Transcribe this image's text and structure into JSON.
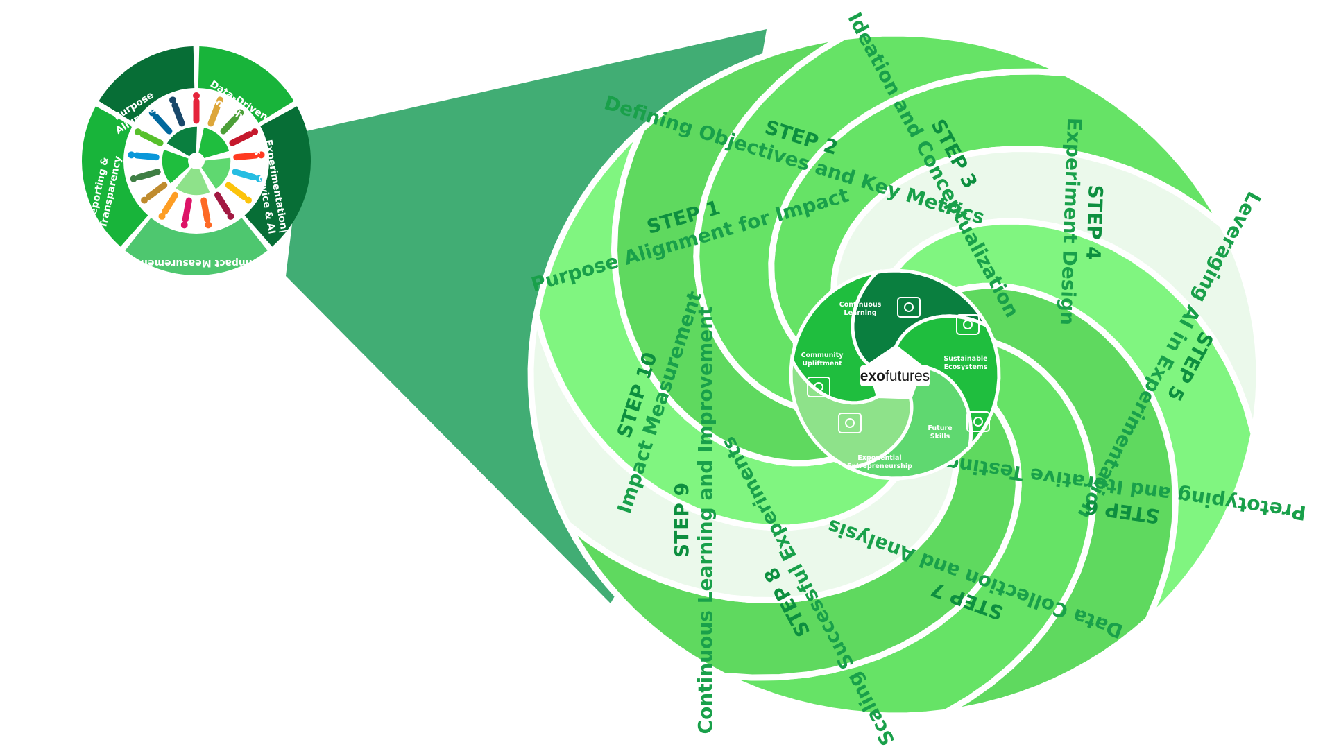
{
  "logo": {
    "prefix": "exo",
    "suffix": "futures"
  },
  "colors": {
    "funnel": "#41ad74",
    "blade_dark": "#5fd95f",
    "blade_mid": "#66e366",
    "blade_light": "#80f580",
    "blade_pale": "#ebf9eb",
    "label_dark": "#0d8f3f",
    "label_mid": "#19a04a",
    "inner_dark": "#0a7f3f",
    "inner_mid": "#1fbe3e",
    "inner_light": "#5fd870",
    "inner_pale": "#8ee28a",
    "ring_dark": "#076e36",
    "ring_mid": "#18b43a",
    "ring_light": "#4ec76f"
  },
  "steps": [
    {
      "step": "STEP 1",
      "title": "Purpose Alignment for Impact"
    },
    {
      "step": "STEP 2",
      "title": "Defining Objectives and Key Metrics"
    },
    {
      "step": "STEP 3",
      "title": "Ideation and Conceptualization"
    },
    {
      "step": "STEP 4",
      "title": "Experiment Design"
    },
    {
      "step": "STEP 5",
      "title": "Leveraging AI in Experimentation"
    },
    {
      "step": "STEP 6",
      "title": "Pretotyping and Iterative Testing"
    },
    {
      "step": "STEP 7",
      "title": "Data Collection and Analysis"
    },
    {
      "step": "STEP 8",
      "title": "Scaling Successful Experiments"
    },
    {
      "step": "STEP 9",
      "title": "Continuous Learning and Improvement"
    },
    {
      "step": "STEP 10",
      "title": "Impact Measurement"
    }
  ],
  "inner_segments": [
    {
      "line1": "Continuous",
      "line2": "Learning",
      "icon": "book-icon"
    },
    {
      "line1": "Sustainable",
      "line2": "Ecosystems",
      "icon": "buildings-icon"
    },
    {
      "line1": "Future",
      "line2": "Skills",
      "icon": "head-gears-icon"
    },
    {
      "line1": "Exponential",
      "line2": "Entrepreneurship",
      "icon": "rocket-icon"
    },
    {
      "line1": "Community",
      "line2": "Upliftment",
      "icon": "people-icon"
    }
  ],
  "outer_ring": [
    {
      "line1": "Purpose",
      "line2": "Alignment"
    },
    {
      "line1": "Data-Driven",
      "line2": "Insights"
    },
    {
      "line1": "Experimentation|",
      "line2": "as a Service & AI"
    },
    {
      "line1": "Impact Measurement",
      "line2": ""
    },
    {
      "line1": "Reporting &",
      "line2": "Transparency"
    }
  ],
  "sdg_colors": [
    "#e5243b",
    "#dda63a",
    "#4c9f38",
    "#c5192d",
    "#ff3a21",
    "#26bde2",
    "#fcc30b",
    "#a21942",
    "#fd6925",
    "#dd1367",
    "#fd9d24",
    "#bf8b2e",
    "#3f7e44",
    "#0a97d9",
    "#56c02b",
    "#00689d",
    "#19486a"
  ]
}
